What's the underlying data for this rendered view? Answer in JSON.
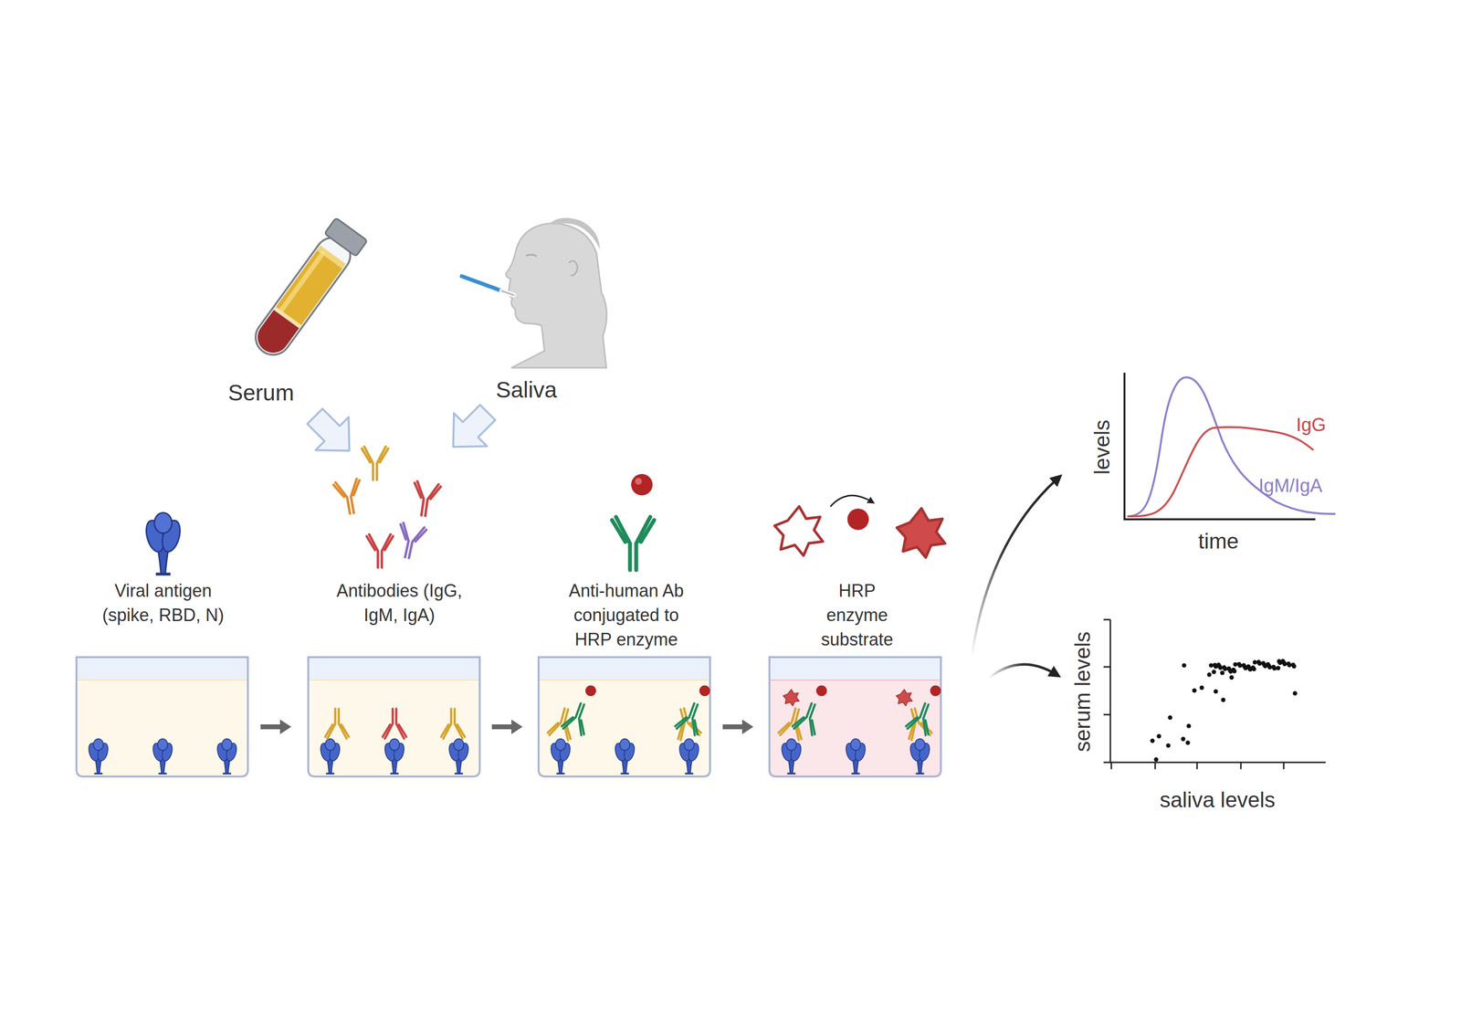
{
  "diagram": {
    "labels": [
      "Serum",
      "Saliva",
      "Viral antigen (spike, RBD, N)",
      "Antibodies (IgG, IgM, IgA)",
      "Anti-human Ab conjugated to HRP enzyme",
      "HRP enzyme substrate",
      "levels",
      "time",
      "IgG",
      "IgM/IgA",
      "serum levels",
      "saliva levels"
    ]
  }
}
